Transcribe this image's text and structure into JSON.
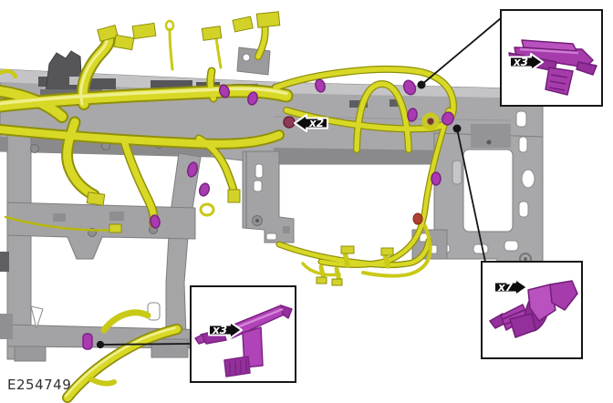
{
  "figure": {
    "id": "E254749"
  },
  "quantity_markers": [
    {
      "placement": "diagram-beam-center",
      "text": "x2",
      "arrow": "left"
    },
    {
      "placement": "callout-top-right",
      "text": "x3",
      "arrow": "right"
    },
    {
      "placement": "callout-bottom-center",
      "text": "x3",
      "arrow": "right"
    },
    {
      "placement": "callout-bottom-right",
      "text": "x7",
      "arrow": "right"
    }
  ],
  "callouts": [
    {
      "position": "top-right",
      "content": "harness-edge-clip",
      "quantity": "x3"
    },
    {
      "position": "bottom-center",
      "content": "bracket-clip",
      "quantity": "x3"
    },
    {
      "position": "bottom-right",
      "content": "push-pin-clip",
      "quantity": "x7"
    }
  ],
  "colors": {
    "background": "#ffffff",
    "harness_yellow": "#d8d826",
    "harness_shadow": "#8f8f0c",
    "structure_gray": "#a8a8aa",
    "structure_edge": "#7e7e80",
    "clip_purple": "#a93ab0",
    "clip_purple_dark": "#7c2384",
    "beam_clip_maroon": "#8f3a55",
    "callout_border": "#161616",
    "label_background": "#0d0d0d",
    "label_text": "#ffffff"
  }
}
